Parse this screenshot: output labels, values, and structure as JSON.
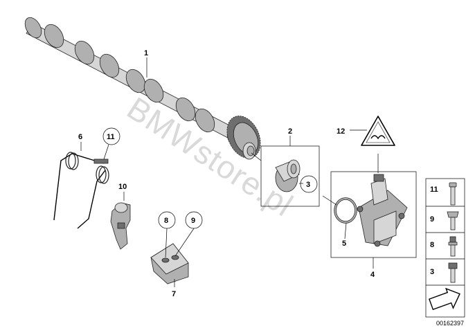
{
  "callouts": {
    "p1": "1",
    "p2": "2",
    "p3": "3",
    "p4": "4",
    "p5": "5",
    "p6": "6",
    "p7": "7",
    "p8": "8",
    "p9": "9",
    "p10": "10",
    "p11": "11",
    "p12": "12"
  },
  "legend": {
    "items": [
      "11",
      "9",
      "8",
      "3"
    ]
  },
  "watermark": "BMWstore.pl",
  "doc_id": "00162397",
  "icon_names": [
    "camshaft",
    "gear-wheel",
    "bushing",
    "spring",
    "bracket",
    "rocker",
    "sensor",
    "o-ring",
    "warning-triangle",
    "bolt",
    "arrow"
  ]
}
